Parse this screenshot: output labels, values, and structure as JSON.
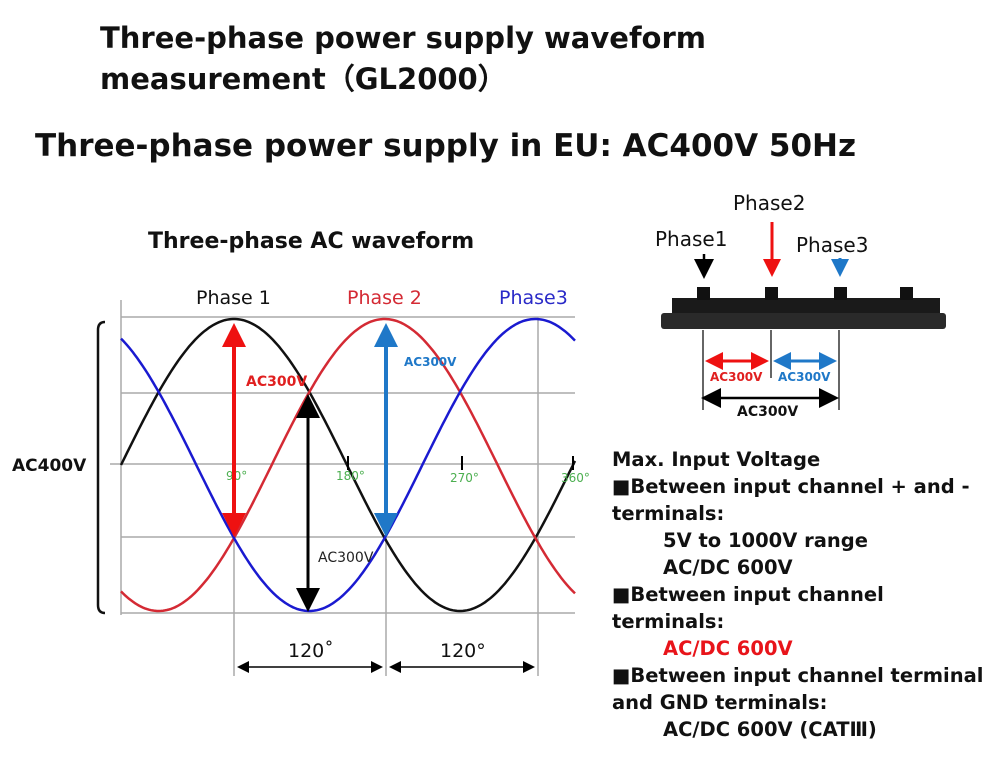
{
  "title": {
    "line1": "Three-phase power supply waveform",
    "line2": "measurement（GL2000）"
  },
  "subtitle": "Three-phase power supply in EU: AC400V 50Hz",
  "waveform": {
    "title": "Three-phase AC waveform",
    "phase_labels": [
      "Phase 1",
      "Phase 2",
      "Phase3"
    ],
    "degree_ticks": [
      "90°",
      "180°",
      "270°",
      "360°"
    ],
    "amplitude_label": "AC400V",
    "arrow_labels": {
      "red": "AC300V",
      "blue": "AC300V",
      "black": "AC300V"
    },
    "shift_labels": [
      "120˚",
      "120°"
    ],
    "colors": {
      "phase1": "#111111",
      "phase2": "#d42a34",
      "phase3": "#1a1ad0",
      "red_arrow": "#ee1111",
      "blue_arrow": "#1f78c8"
    }
  },
  "device": {
    "phase_labels": [
      "Phase1",
      "Phase2",
      "Phase3"
    ],
    "span_labels": [
      "AC300V",
      "AC300V",
      "AC300V"
    ]
  },
  "spec": {
    "heading": "Max. Input Voltage",
    "items": [
      "■Between input channel + and -",
      "terminals:",
      "5V to 1000V range",
      "AC/DC 600V",
      "■Between input channel",
      "terminals:",
      "AC/DC 600V",
      "■Between input channel terminal",
      "and GND terminals:",
      "AC/DC 600V (CATⅢ)"
    ]
  }
}
